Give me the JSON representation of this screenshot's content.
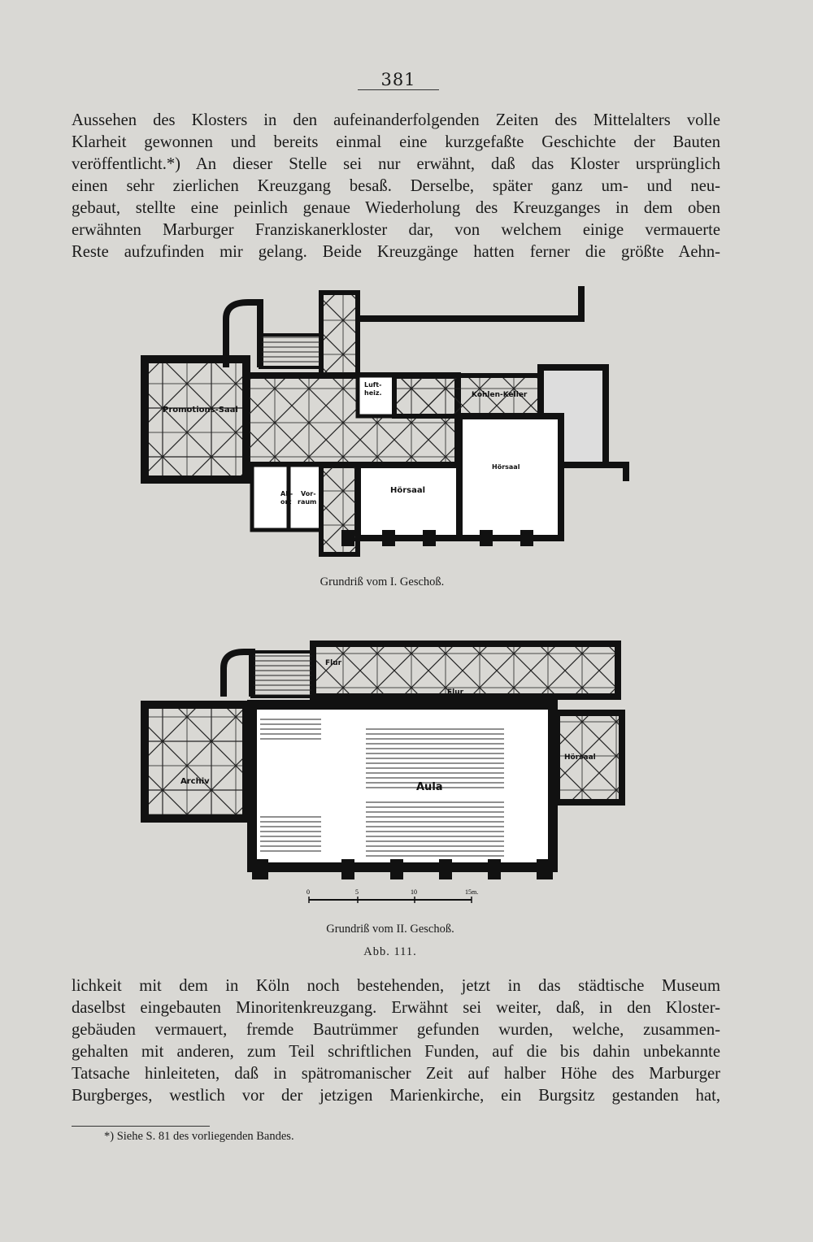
{
  "page": {
    "number": "381"
  },
  "paragraph_1": [
    "Aussehen des Klosters in den aufeinanderfolgenden Zeiten des Mittelalters volle",
    "Klarheit gewonnen und bereits einmal eine kurzgefaßte Geschichte der Bauten",
    "veröffentlicht.*) An dieser Stelle sei nur erwähnt, daß das Kloster ursprünglich",
    "einen sehr zierlichen Kreuzgang besaß. Derselbe, später ganz um- und neu-",
    "gebaut, stellte eine peinlich genaue Wiederholung des Kreuzganges in dem oben",
    "erwähnten Marburger Franziskanerkloster dar, von welchem einige vermauerte",
    "Reste aufzufinden mir gelang. Beide Kreuzgänge hatten ferner die größte Aehn-"
  ],
  "plan_upper": {
    "rooms": {
      "promotions_saal": "Promotions-Saal",
      "luftheiz_1": "Luft-",
      "luftheiz_2": "heiz.",
      "kohlen_keller": "Kohlen-Keller",
      "hoersaal_small": "Hörsaal",
      "hoersaal_main": "Hörsaal",
      "abort_1": "Ab-",
      "abort_2": "ort",
      "vorraum_1": "Vor-",
      "vorraum_2": "raum"
    },
    "caption": "Grundriß vom I. Geschoß."
  },
  "plan_lower": {
    "rooms": {
      "flur_1": "Flur",
      "flur_2": "Flur",
      "archiv": "Archiv",
      "aula": "Aula",
      "hoersaal": "Hörsaal"
    },
    "scale": {
      "t0": "0",
      "t5": "5",
      "t10": "10",
      "t15": "15m."
    },
    "caption": "Grundriß vom II. Geschoß."
  },
  "figure_label": "Abb. 111.",
  "paragraph_2": [
    "lichkeit mit dem in Köln noch bestehenden, jetzt in das städtische Museum",
    "daselbst eingebauten Minoritenkreuzgang. Erwähnt sei weiter, daß, in den Kloster-",
    "gebäuden vermauert, fremde Bautrümmer gefunden wurden, welche, zusammen-",
    "gehalten mit anderen, zum Teil schriftlichen Funden, auf die bis dahin unbekannte",
    "Tatsache hinleiteten, daß in spätromanischer Zeit auf halber Höhe des Marburger",
    "Burgberges, westlich vor der jetzigen Marienkirche, ein Burgsitz gestanden hat,"
  ],
  "footnote": "*) Siehe S. 81 des vorliegenden Bandes."
}
